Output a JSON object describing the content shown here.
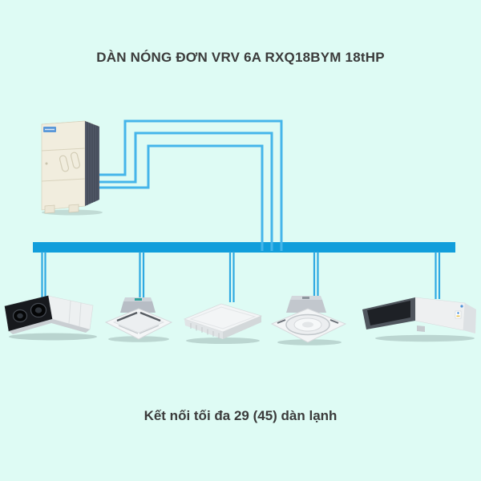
{
  "title": "DÀN NÓNG ĐƠN VRV 6A RXQ18BYM 18tHP",
  "caption": "Kết nối tối đa 29 (45) dàn lạnh",
  "colors": {
    "background": "#defbf4",
    "pipe": "#45b5ea",
    "bus": "#119edb",
    "drop": "#2ea9e2",
    "text": "#3b3b3b"
  },
  "outdoor_unit": {
    "name": "vrv-outdoor-unit"
  },
  "indoor_units": [
    {
      "name": "hrv-ventilation-unit"
    },
    {
      "name": "ceiling-cassette-unit"
    },
    {
      "name": "ceiling-suspended-cassette-unit"
    },
    {
      "name": "round-flow-cassette-unit"
    },
    {
      "name": "concealed-ducted-unit"
    }
  ]
}
